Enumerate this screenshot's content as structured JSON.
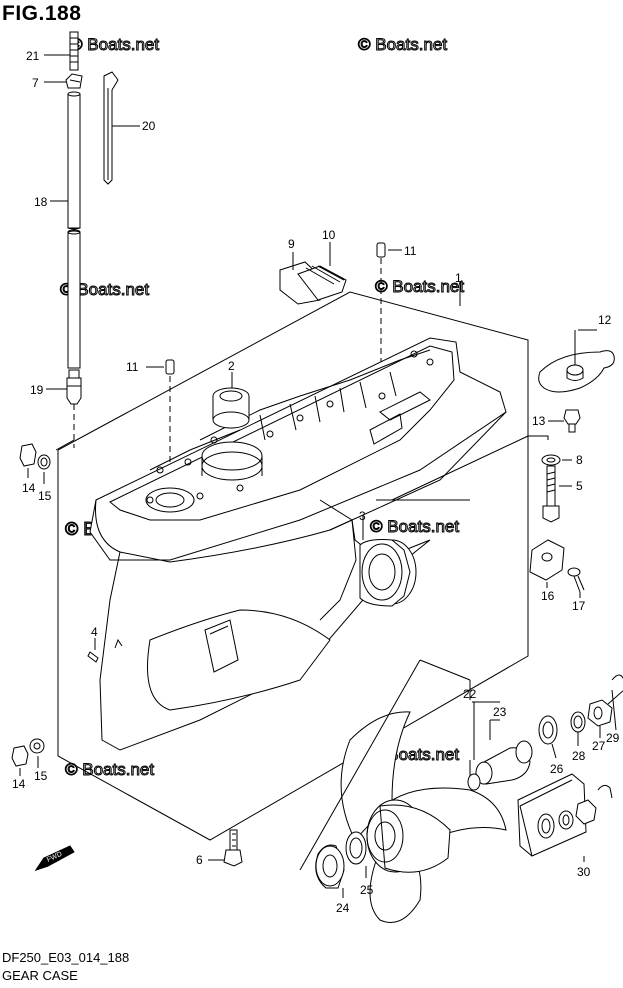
{
  "figure": {
    "title": "FIG.188",
    "code": "DF250_E03_014_188",
    "name": "GEAR CASE"
  },
  "watermark": "© Boats.net",
  "fwd_label": "FWD",
  "callouts": [
    {
      "id": "c21",
      "text": "21"
    },
    {
      "id": "c7",
      "text": "7"
    },
    {
      "id": "c20",
      "text": "20"
    },
    {
      "id": "c18",
      "text": "18"
    },
    {
      "id": "c19",
      "text": "19"
    },
    {
      "id": "c14a",
      "text": "14"
    },
    {
      "id": "c15a",
      "text": "15"
    },
    {
      "id": "c9",
      "text": "9"
    },
    {
      "id": "c10",
      "text": "10"
    },
    {
      "id": "c11a",
      "text": "11"
    },
    {
      "id": "c1",
      "text": "1"
    },
    {
      "id": "c12",
      "text": "12"
    },
    {
      "id": "c11b",
      "text": "11"
    },
    {
      "id": "c2",
      "text": "2"
    },
    {
      "id": "c13",
      "text": "13"
    },
    {
      "id": "c8",
      "text": "8"
    },
    {
      "id": "c5",
      "text": "5"
    },
    {
      "id": "c3",
      "text": "3"
    },
    {
      "id": "c16",
      "text": "16"
    },
    {
      "id": "c17",
      "text": "17"
    },
    {
      "id": "c4",
      "text": "4"
    },
    {
      "id": "c22",
      "text": "22"
    },
    {
      "id": "c23",
      "text": "23"
    },
    {
      "id": "c29",
      "text": "29"
    },
    {
      "id": "c27",
      "text": "27"
    },
    {
      "id": "c28",
      "text": "28"
    },
    {
      "id": "c26",
      "text": "26"
    },
    {
      "id": "c14b",
      "text": "14"
    },
    {
      "id": "c15b",
      "text": "15"
    },
    {
      "id": "c6",
      "text": "6"
    },
    {
      "id": "c25",
      "text": "25"
    },
    {
      "id": "c24",
      "text": "24"
    },
    {
      "id": "c30",
      "text": "30"
    }
  ],
  "colors": {
    "line": "#000000",
    "watermark": "#d9d9d9",
    "background": "#ffffff"
  }
}
